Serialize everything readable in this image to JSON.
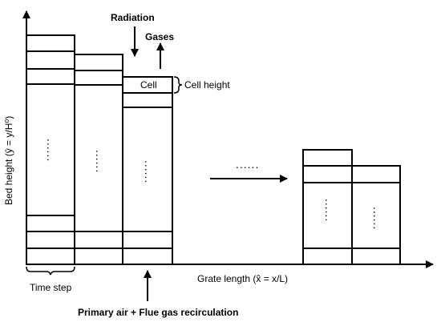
{
  "diagram": {
    "labels": {
      "radiation": "Radiation",
      "gases": "Gases",
      "cell": "Cell",
      "cell_height": "Cell height",
      "y_axis": "Bed height (ŷ = y/H⁰)",
      "x_axis": "Grate length (x̂ = x/L)",
      "time_step": "Time step",
      "primary_air": "Primary air + Flue gas recirculation",
      "ellipsis": "......",
      "column_dots": "......"
    }
  }
}
